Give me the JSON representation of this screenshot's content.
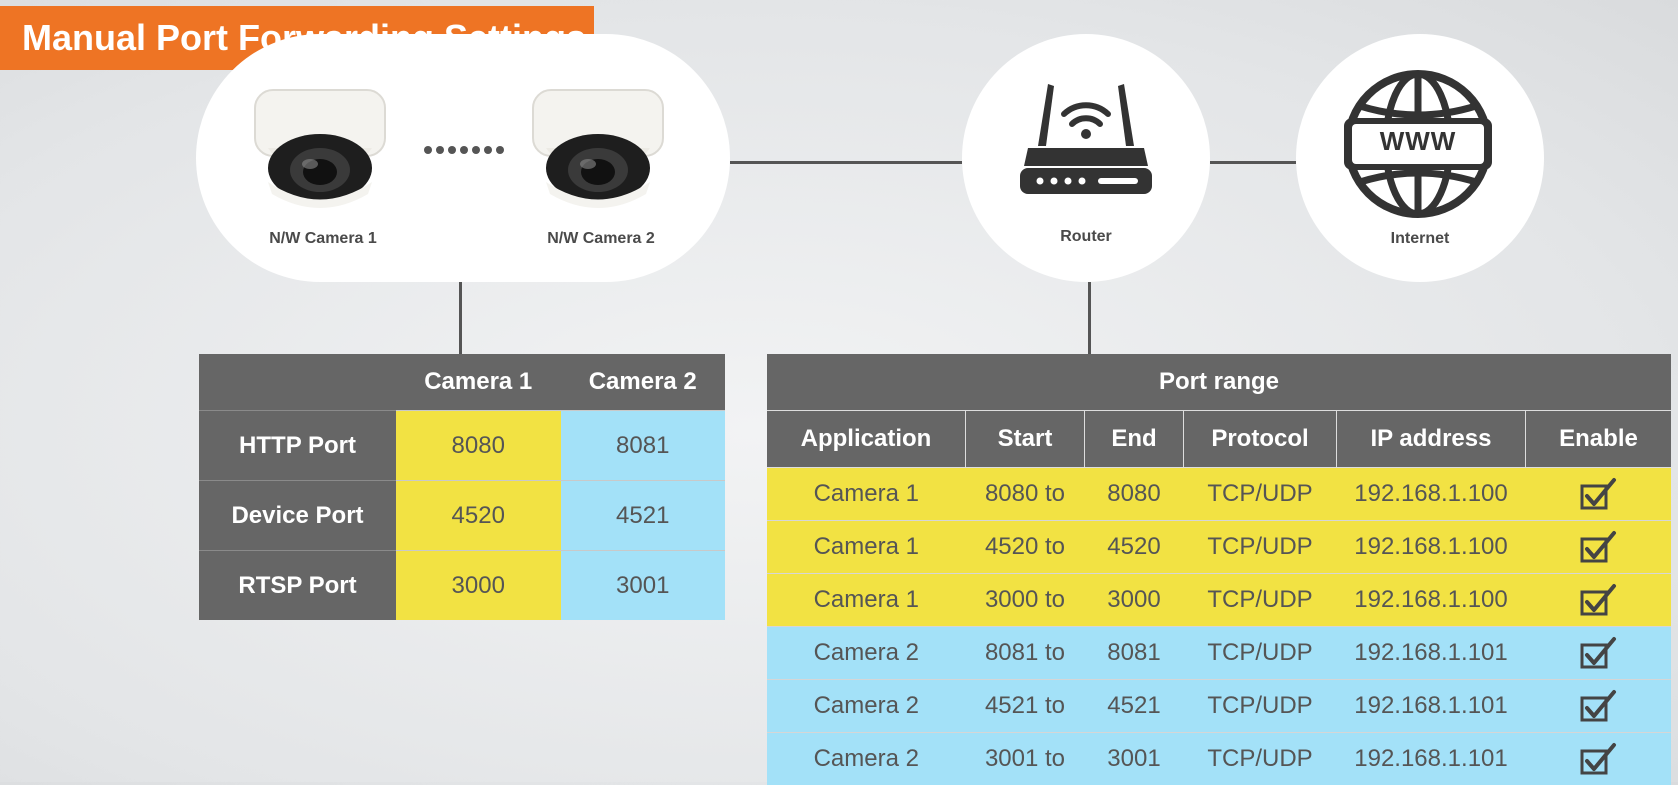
{
  "title": "Manual Port Forwarding Settings",
  "nodes": {
    "camera1_label": "N/W Camera 1",
    "camera2_label": "N/W Camera 2",
    "router_label": "Router",
    "internet_label": "Internet",
    "www_text": "WWW"
  },
  "camera_table": {
    "headers": [
      "",
      "Camera 1",
      "Camera 2"
    ],
    "rows": [
      {
        "label": "HTTP Port",
        "cam1": "8080",
        "cam2": "8081"
      },
      {
        "label": "Device Port",
        "cam1": "4520",
        "cam2": "4521"
      },
      {
        "label": "RTSP Port",
        "cam1": "3000",
        "cam2": "3001"
      }
    ]
  },
  "port_table": {
    "title": "Port range",
    "headers": [
      "Application",
      "Start",
      "End",
      "Protocol",
      "IP address",
      "Enable"
    ],
    "rows": [
      {
        "app": "Camera 1",
        "start": "8080 to",
        "end": "8080",
        "protocol": "TCP/UDP",
        "ip": "192.168.1.100",
        "color": "#f2e243"
      },
      {
        "app": "Camera 1",
        "start": "4520 to",
        "end": "4520",
        "protocol": "TCP/UDP",
        "ip": "192.168.1.100",
        "color": "#f2e243"
      },
      {
        "app": "Camera 1",
        "start": "3000 to",
        "end": "3000",
        "protocol": "TCP/UDP",
        "ip": "192.168.1.100",
        "color": "#f2e243"
      },
      {
        "app": "Camera 2",
        "start": "8081 to",
        "end": "8081",
        "protocol": "TCP/UDP",
        "ip": "192.168.1.101",
        "color": "#a3e1f8"
      },
      {
        "app": "Camera 2",
        "start": "4521 to",
        "end": "4521",
        "protocol": "TCP/UDP",
        "ip": "192.168.1.101",
        "color": "#a3e1f8"
      },
      {
        "app": "Camera 2",
        "start": "3001 to",
        "end": "3001",
        "protocol": "TCP/UDP",
        "ip": "192.168.1.101",
        "color": "#a3e1f8"
      }
    ]
  },
  "colors": {
    "accent": "#ee7424",
    "camera1": "#f2e243",
    "camera2": "#a3e1f8",
    "header": "#666666"
  }
}
